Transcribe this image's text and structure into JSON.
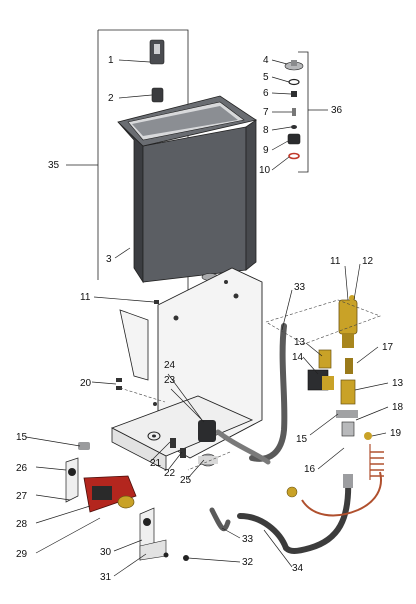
{
  "callouts": {
    "c1": "1",
    "c2": "2",
    "c3": "3",
    "c4": "4",
    "c5": "5",
    "c6": "6",
    "c7": "7",
    "c8": "8",
    "c9": "9",
    "c10": "10",
    "c11a": "11",
    "c11b": "11",
    "c12": "12",
    "c13a": "13",
    "c13b": "13",
    "c14": "14",
    "c15a": "15",
    "c15b": "15",
    "c16": "16",
    "c17": "17",
    "c18": "18",
    "c19": "19",
    "c20": "20",
    "c21": "21",
    "c22": "22",
    "c23": "23",
    "c24": "24",
    "c25": "25",
    "c26": "26",
    "c27": "27",
    "c28": "28",
    "c29": "29",
    "c30": "30",
    "c31": "31",
    "c32": "32",
    "c33a": "33",
    "c33b": "33",
    "c34": "34",
    "c35": "35",
    "c36": "36"
  },
  "colors": {
    "tank": "#5b5e63",
    "tank_dark": "#3b3d41",
    "bracket_plate": "#f4f4f4",
    "hose": "#5a5a5a",
    "brass": "#c9a227",
    "pump_red": "#b3261e",
    "copper": "#b0502e"
  }
}
